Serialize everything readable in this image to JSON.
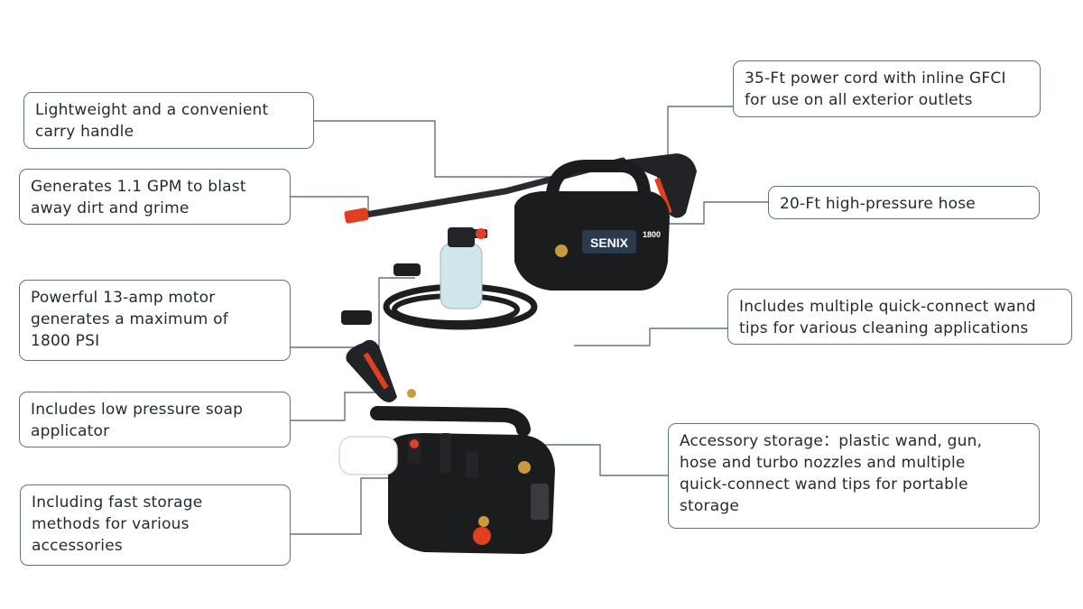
{
  "callouts": {
    "carry_handle": "Lightweight and a convenient\ncarry handle",
    "gpm": "Generates 1.1 GPM to blast\naway dirt and grime",
    "motor": "Powerful 13-amp motor\ngenerates a maximum of\n1800 PSI",
    "soap": "Includes low pressure soap\napplicator",
    "storage_methods": "Including fast storage\nmethods for various\naccessories",
    "power_cord": "35-Ft power cord with inline GFCI\nfor use on all exterior outlets",
    "hose": "20-Ft high-pressure hose",
    "wand_tips": "Includes multiple quick-connect wand\ntips for various cleaning applications",
    "accessory_storage": "Accessory storage：plastic wand, gun,\nhose and turbo nozzles and multiple\nquick-connect wand tips for portable\nstorage"
  },
  "product": {
    "brand": "SENIX",
    "model": "1800"
  },
  "colors": {
    "border": "#5f7484",
    "accent": "#e0401f",
    "body": "#1b1c1e"
  }
}
